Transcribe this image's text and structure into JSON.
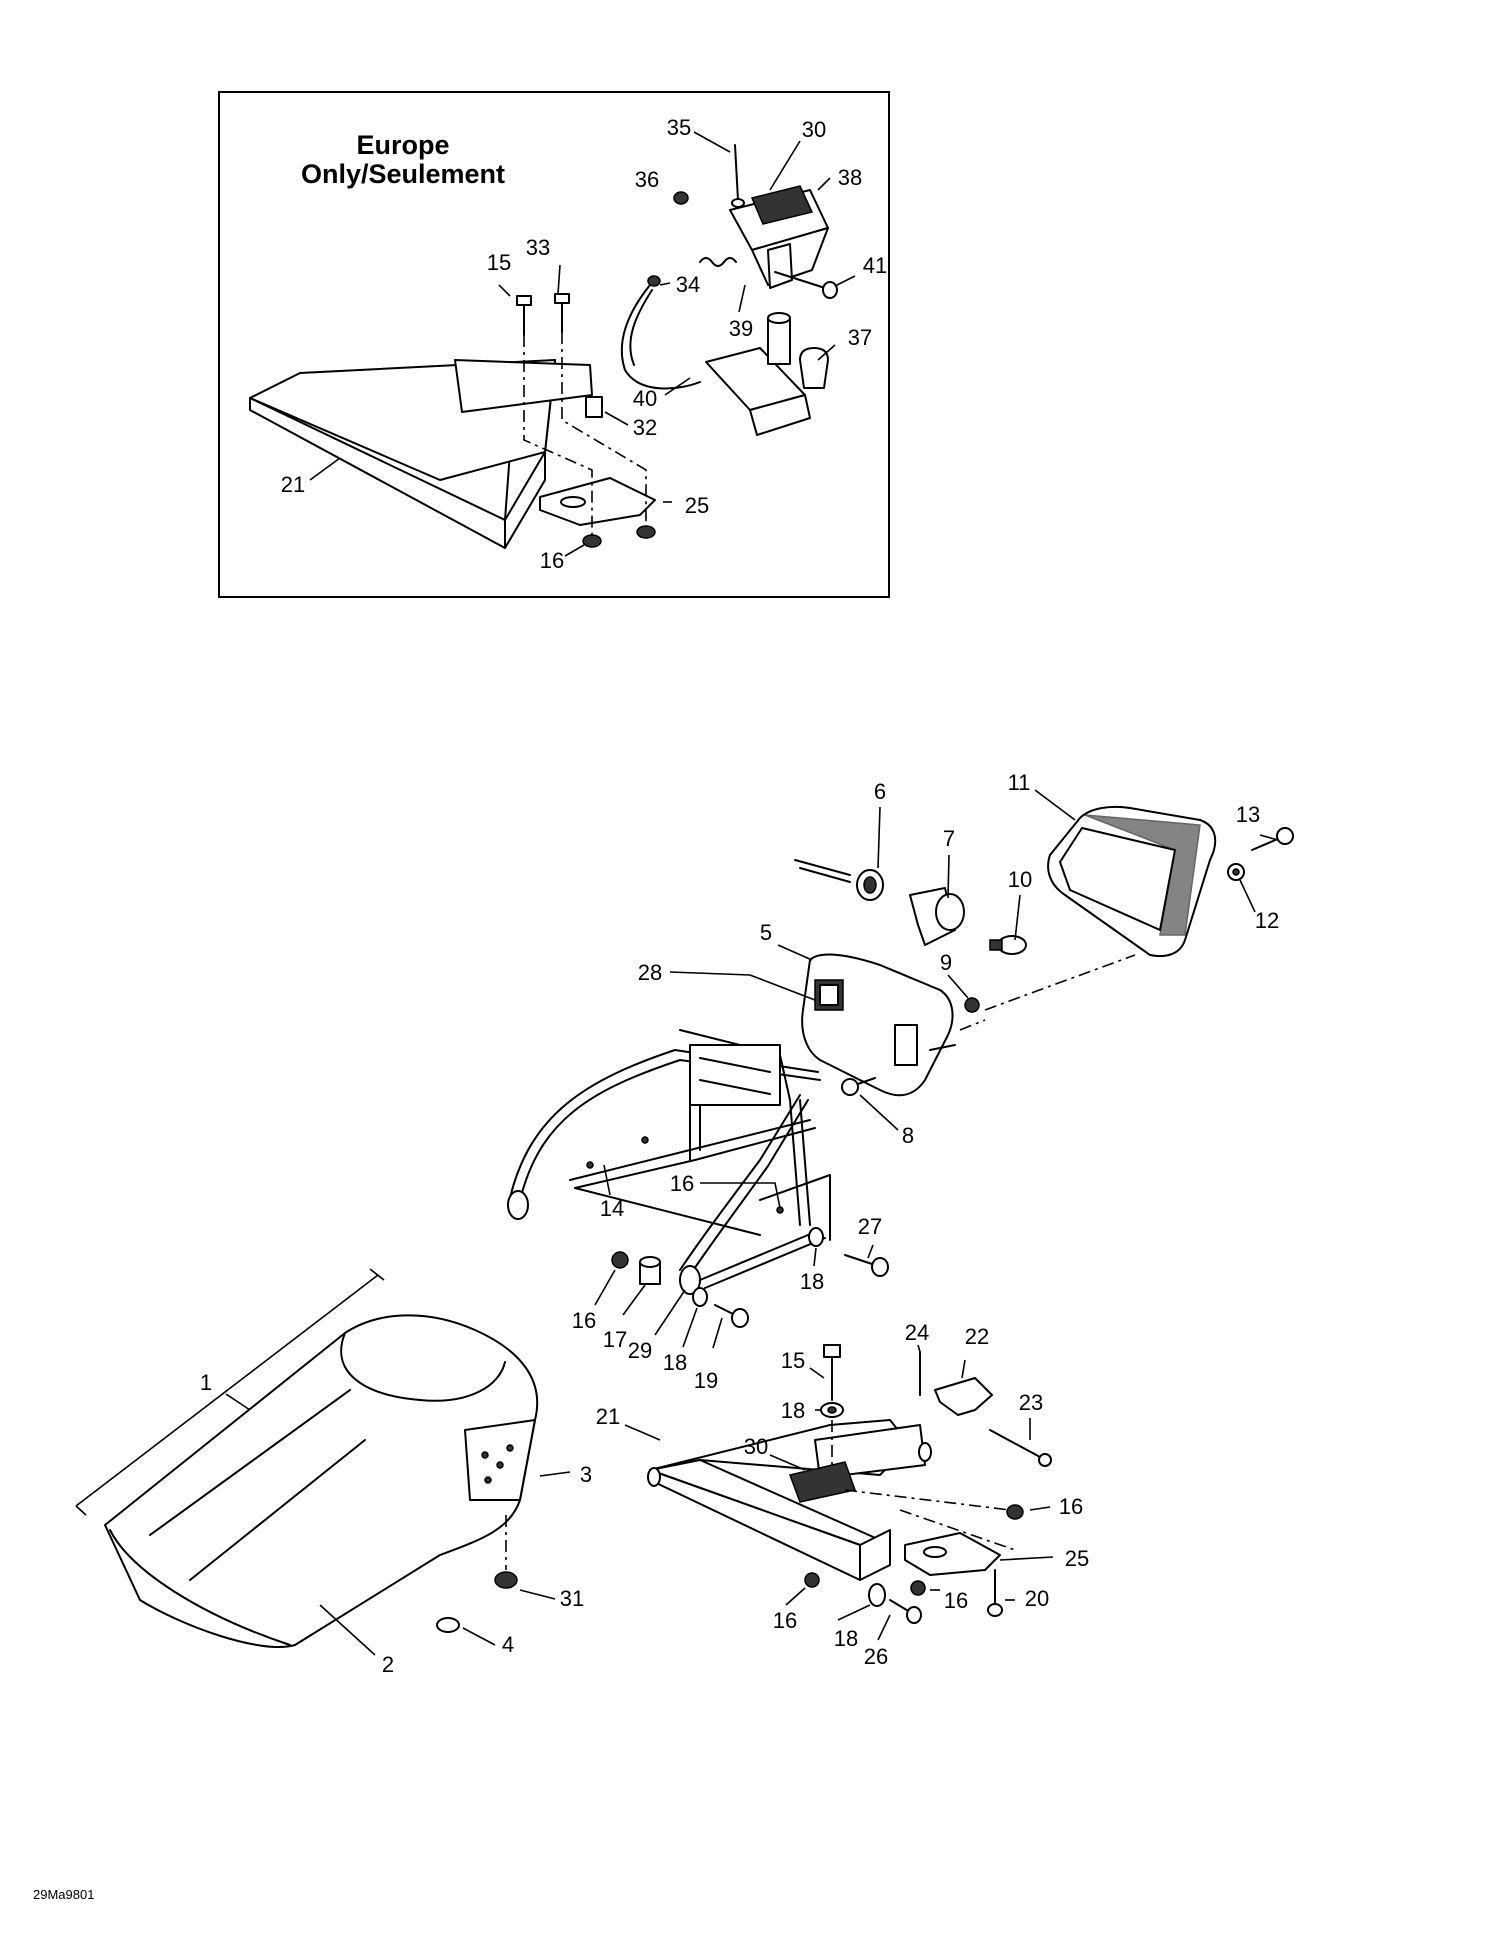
{
  "inset": {
    "heading_line1": "Europe",
    "heading_line2": "Only/Seulement"
  },
  "inset_callouts": [
    "35",
    "30",
    "36",
    "38",
    "15",
    "33",
    "34",
    "41",
    "39",
    "37",
    "40",
    "32",
    "21",
    "25",
    "16"
  ],
  "main_callouts": [
    "6",
    "11",
    "13",
    "7",
    "10",
    "12",
    "5",
    "28",
    "9",
    "8",
    "16",
    "14",
    "27",
    "16",
    "18",
    "17",
    "29",
    "18",
    "19",
    "1",
    "24",
    "22",
    "15",
    "18",
    "23",
    "21",
    "30",
    "3",
    "16",
    "25",
    "31",
    "16",
    "20",
    "16",
    "4",
    "18",
    "26",
    "2"
  ],
  "drawing_code": "29Ma9801"
}
